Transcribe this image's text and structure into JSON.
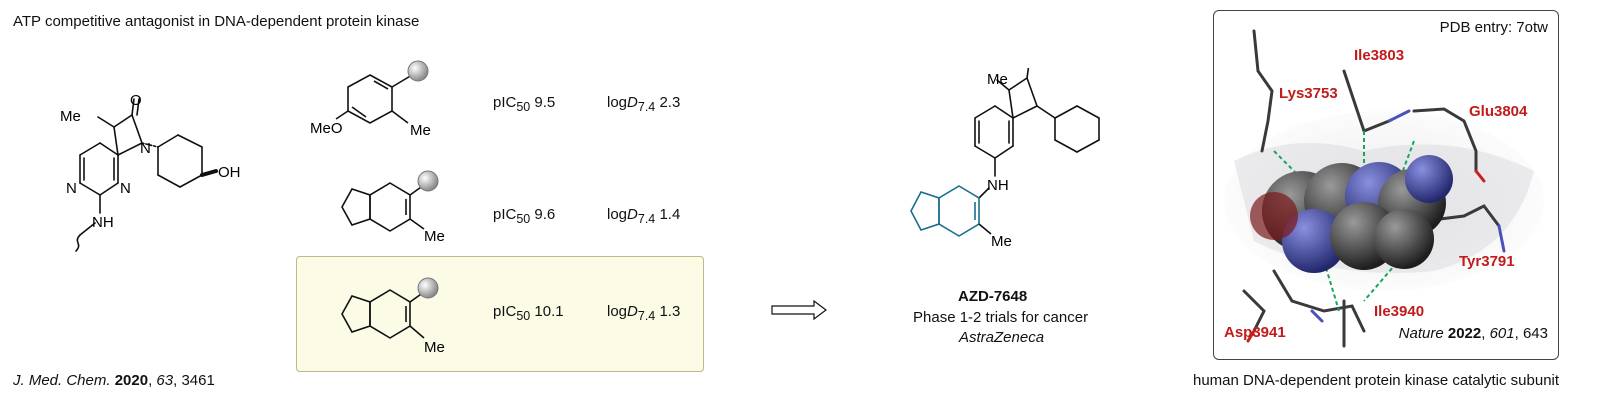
{
  "title": "ATP competitive antagonist in DNA-dependent protein kinase",
  "scaffold": {
    "methyl": "Me",
    "hydroxyl": "OH",
    "amine": "NH",
    "n_atom": "N",
    "o_atom": "O"
  },
  "reference_left": {
    "journal": "J. Med. Chem.",
    "year": "2020",
    "volume": "63",
    "page": "3461"
  },
  "analogs": [
    {
      "substituents": [
        "MeO",
        "Me"
      ],
      "pic50_prefix": "pIC",
      "pic50_sub": "50",
      "pic50_value": "9.5",
      "logd_prefix": "log",
      "logd_italic": "D",
      "logd_sub": "7.4",
      "logd_value": "2.3",
      "highlighted": false
    },
    {
      "substituents": [
        "Me"
      ],
      "pic50_prefix": "pIC",
      "pic50_sub": "50",
      "pic50_value": "9.6",
      "logd_prefix": "log",
      "logd_italic": "D",
      "logd_sub": "7.4",
      "logd_value": "1.4",
      "highlighted": false
    },
    {
      "substituents": [
        "Me"
      ],
      "pic50_prefix": "pIC",
      "pic50_sub": "50",
      "pic50_value": "10.1",
      "logd_prefix": "log",
      "logd_italic": "D",
      "logd_sub": "7.4",
      "logd_value": "1.3",
      "highlighted": true
    }
  ],
  "drug": {
    "name": "AZD-7648",
    "phase": "Phase 1-2 trials for cancer",
    "company": "AstraZeneca",
    "methyl": "Me",
    "amine": "NH",
    "colors": {
      "heteroaryl": "#1a6f8c",
      "bond": "#111111"
    }
  },
  "crystal": {
    "pdb_label": "PDB entry: 7otw",
    "residues": [
      "Ile3803",
      "Lys3753",
      "Glu3804",
      "Tyr3791",
      "Ile3940",
      "Asp3941"
    ],
    "reference": {
      "journal": "Nature",
      "year": "2022",
      "volume": "601",
      "page": "643"
    },
    "caption": "human DNA-dependent protein kinase catalytic subunit",
    "colors": {
      "residue_label": "#c21b1b",
      "hbond": "#1aa35a",
      "carbon": "#3a3a3a",
      "nitrogen": "#4a52b8",
      "oxygen": "#c02222"
    }
  }
}
